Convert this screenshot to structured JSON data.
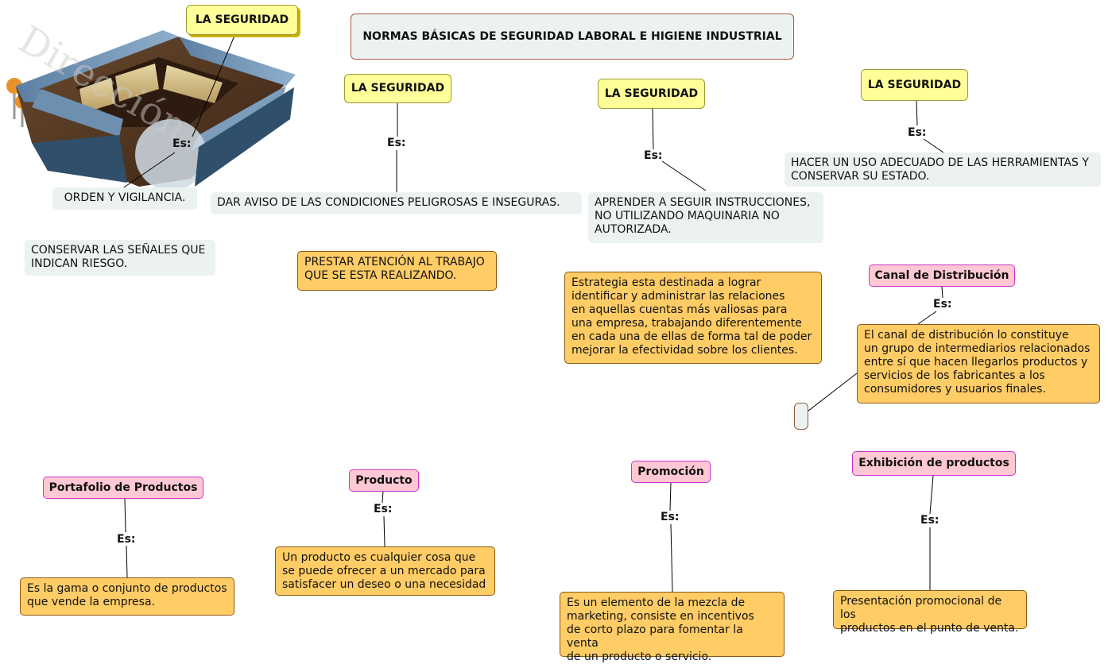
{
  "title": "NORMAS BÁSICAS DE SEGURIDAD LABORAL E HIGIENE INDUSTRIAL",
  "connector_label": "Es:",
  "concepts": {
    "seguridad_1": "LA SEGURIDAD",
    "seguridad_2": "LA SEGURIDAD",
    "seguridad_3": "LA SEGURIDAD",
    "seguridad_4": "LA SEGURIDAD",
    "canal": "Canal de Distribución",
    "portafolio": "Portafolio de Productos",
    "producto": "Producto",
    "promocion": "Promoción",
    "exhibicion": "Exhibición de productos"
  },
  "descriptions": {
    "orden": "ORDEN Y VIGILANCIA.",
    "dar_aviso": "DAR AVISO DE LAS CONDICIONES PELIGROSAS E INSEGURAS.",
    "aprender": "APRENDER A SEGUIR INSTRUCCIONES,\nNO UTILIZANDO MAQUINARIA NO\nAUTORIZADA.",
    "herramientas": "HACER UN USO ADECUADO DE LAS HERRAMIENTAS Y\nCONSERVAR SU ESTADO.",
    "senales": "CONSERVAR LAS SEÑALES QUE\nINDICAN RIESGO.",
    "atencion": "PRESTAR ATENCIÓN AL TRABAJO\nQUE SE ESTA REALIZANDO.",
    "estrategia": "Estrategia esta destinada a lograr\nidentificar y administrar las relaciones\nen aquellas cuentas más valiosas para\nuna empresa, trabajando diferentemente\nen cada una de ellas de forma tal de poder\nmejorar la efectividad sobre los clientes.",
    "canal": "El canal de distribución lo constituye\nun grupo de intermediarios relacionados\nentre sí que hacen llegarlos productos y\nservicios de los fabricantes a los\nconsumidores y usuarios finales.",
    "portafolio": "Es la gama o conjunto de productos\nque vende la empresa.",
    "producto": "Un producto es cualquier cosa que\nse puede ofrecer a un mercado para\nsatisfacer un deseo o una necesidad",
    "promocion": "Es un elemento de la mezcla de\nmarketing, consiste en incentivos\nde corto plazo para fomentar la venta\nde un producto o servicio.",
    "exhibicion": "Presentación promocional de los\nproductos en el punto de venta."
  },
  "watermark": "Dirección",
  "colors": {
    "concept_yellow": "#ffff99",
    "concept_pink": "#ffc8d2",
    "description_orange": "#ffcc66",
    "description_gray": "#ecf2f2"
  }
}
